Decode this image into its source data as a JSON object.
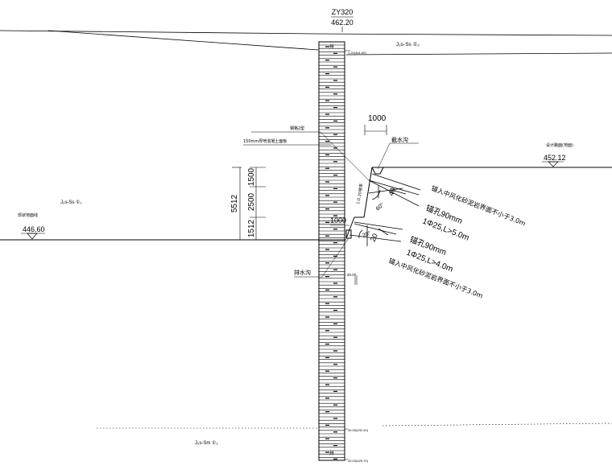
{
  "borehole": {
    "id": "ZY320",
    "top_elevation": "462.20"
  },
  "borehole_labels": {
    "top_depth": "1.20(461.00)",
    "mid_depth": "20.00",
    "lower_depth": "30.00(432.20)",
    "bottom_depth": "32.00(429.70)",
    "top_glyph": "卅",
    "bottom_glyph": "卅"
  },
  "strata": {
    "upper_right": "J₂s-Ss ①₂",
    "left_middle": "J₂s-Ss ①₁",
    "bottom": "J₂s-Sm ①₂"
  },
  "left_platform": {
    "label": "现状地面线",
    "elevation": "446.60"
  },
  "right_platform": {
    "label": "设计路面(地面)",
    "elevation": "452.12"
  },
  "slope": {
    "type_label": "钢格2型",
    "protection_label": "150mm厚喷混凝土面板",
    "ratio": "1:0.20坡率",
    "top_ditch": "截水沟",
    "bottom_ditch": "排水沟",
    "top_ditch_width": "1000",
    "bench_width": "1000"
  },
  "dimensions": {
    "total": "5512",
    "upper": "1500",
    "middle": "2500",
    "lower": "1512"
  },
  "anchors": {
    "upper": {
      "spacing": "40",
      "angle": "60°",
      "embed": "锚入中风化砂泥岩界面不小于3.0m",
      "hole": "锚孔90mm",
      "spec": "1Φ25,L>5.0m"
    },
    "lower": {
      "spacing": "20",
      "angle": "20°",
      "hole": "锚孔90mm",
      "spec": "1Φ25,L>4.0m",
      "embed": "锚入中风化砂泥岩界面不小于3.0m"
    }
  }
}
